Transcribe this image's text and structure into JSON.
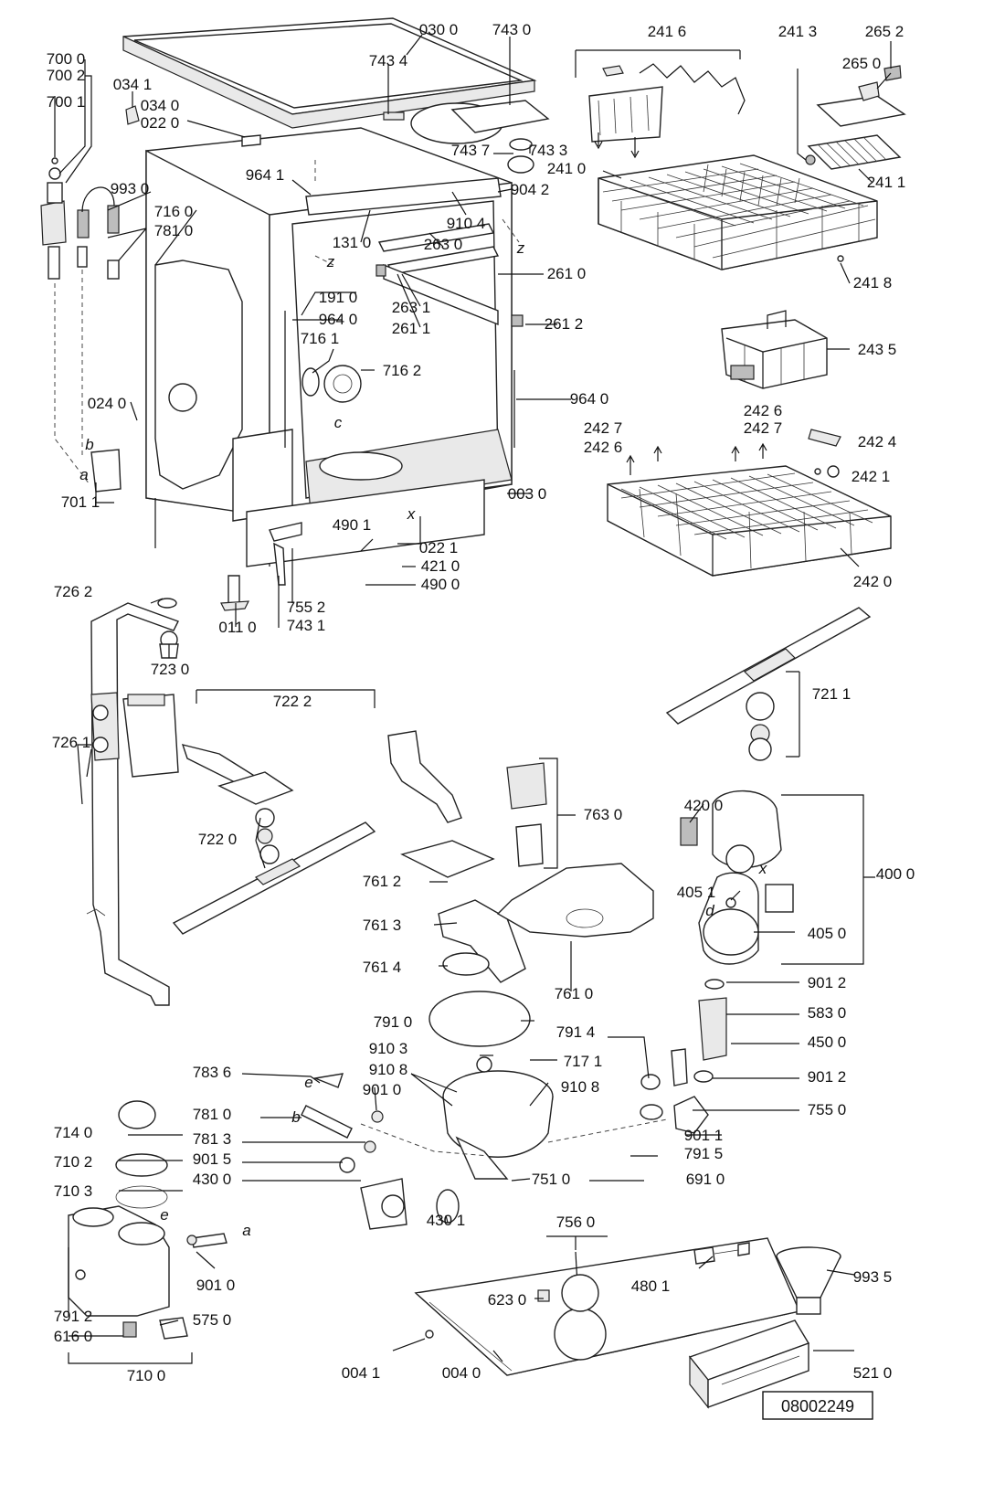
{
  "diagram": {
    "labels": [
      "030 0",
      "743 0",
      "700 0",
      "700 2",
      "700 1",
      "034 1",
      "034 0",
      "022 0",
      "743 4",
      "743 7",
      "743 3",
      "241 6",
      "241 3",
      "265 2",
      "265 0",
      "993 0",
      "716 0",
      "781 0",
      "964 1",
      "904 2",
      "910 4",
      "131 0",
      "263 0",
      "241 0",
      "241 1",
      "261 0",
      "191 0",
      "263 1",
      "964 0",
      "261 1",
      "261 2",
      "241 8",
      "716 1",
      "716 2",
      "243 5",
      "964 0",
      "024 0",
      "242 6",
      "242 7",
      "242 7",
      "242 6",
      "242 4",
      "242 1",
      "701 1",
      "003 0",
      "490 1",
      "022 1",
      "421 0",
      "490 0",
      "755 2",
      "743 1",
      "011 0",
      "242 0",
      "726 2",
      "723 0",
      "722 2",
      "721 1",
      "726 1",
      "763 0",
      "722 0",
      "420 0",
      "400 0",
      "761 2",
      "405 1",
      "761 3",
      "405 0",
      "761 4",
      "761 0",
      "901 2",
      "791 0",
      "583 0",
      "791 4",
      "450 0",
      "910 3",
      "717 1",
      "910 8",
      "910 8",
      "901 2",
      "783 6",
      "901 0",
      "755 0",
      "781 0",
      "901 1",
      "714 0",
      "781 3",
      "791 5",
      "710 2",
      "901 5",
      "430 0",
      "751 0",
      "691 0",
      "710 3",
      "430 1",
      "756 0",
      "901 0",
      "480 1",
      "993 5",
      "623 0",
      "791 2",
      "575 0",
      "616 0",
      "710 0",
      "004 1",
      "004 0",
      "521 0"
    ],
    "letters": [
      "c",
      "z",
      "z",
      "x",
      "b",
      "a",
      "d",
      "x",
      "e",
      "b",
      "e",
      "a"
    ],
    "drawing_number": "08002249"
  }
}
